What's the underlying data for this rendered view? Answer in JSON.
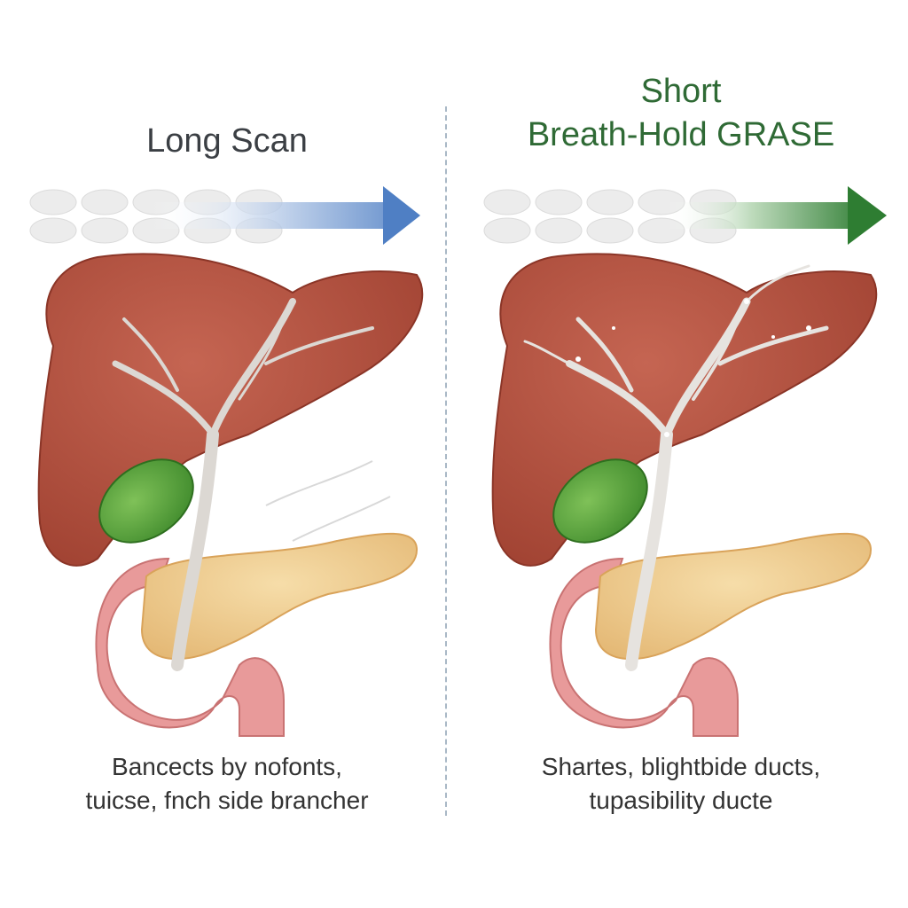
{
  "left_panel": {
    "title": "Long Scan",
    "caption_line1": "Bancects by nofonts,",
    "caption_line2": "tuicse, fnch side brancher",
    "arrow_color": "#4f7fc4"
  },
  "right_panel": {
    "title_line1": "Short",
    "title_line2": "Breath-Hold GRASE",
    "caption_line1": "Shartes, blightbide ducts,",
    "caption_line2": "tupasibility ducte",
    "arrow_color": "#2e7d32"
  },
  "colors": {
    "liver": "#b5513f",
    "gallbladder": "#5a9e3a",
    "pancreas": "#eecb8e",
    "duodenum": "#e89a9a",
    "ducts": "#d9d6d2",
    "title_green": "#2f6a35"
  }
}
